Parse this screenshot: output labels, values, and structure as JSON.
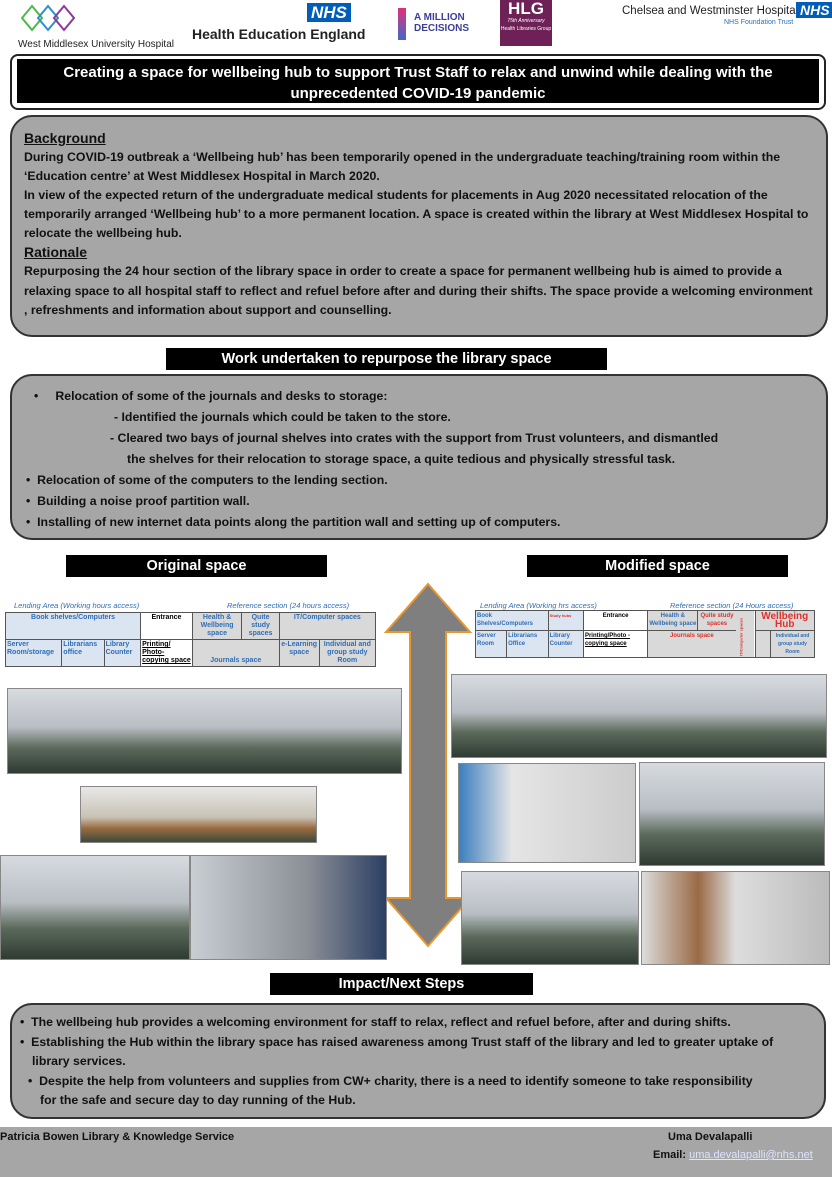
{
  "header": {
    "logos": [
      {
        "name": "West Middlesex University Hospital"
      },
      {
        "badge": "NHS",
        "name": "Health Education England"
      },
      {
        "name": "A MILLION DECISIONS"
      },
      {
        "name": "HLG",
        "sub1": "75th Anniversary",
        "sub2": "Health Libraries Group"
      },
      {
        "name": "Chelsea and Westminster Hospital",
        "badge": "NHS",
        "sub": "NHS Foundation Trust"
      }
    ]
  },
  "title": "Creating a space for wellbeing hub to support Trust Staff to relax and unwind while dealing with the unprecedented COVID-19 pandemic",
  "background": {
    "heading": "Background",
    "p1": "During COVID-19 outbreak a ‘Wellbeing hub’ has been temporarily opened in the undergraduate teaching/training room within the ‘Education centre’ at West Middlesex Hospital in March 2020.",
    "p2": "In view of the expected return of the undergraduate medical students for placements in Aug 2020 necessitated relocation of the temporarily arranged ‘Wellbeing hub’ to a more permanent location.  A space is created within the library at West Middlesex Hospital to relocate the wellbeing hub.",
    "rationale_heading": "Rationale",
    "p3": "Repurposing the 24 hour section of the library space in order to create a space for permanent wellbeing hub is aimed to provide a relaxing space to all hospital staff to reflect and refuel before after and during their shifts. The space provide a welcoming environment , refreshments and information about support and counselling."
  },
  "work": {
    "heading": "Work undertaken to repurpose the library space",
    "items": [
      "Relocation of some of the journals and desks to storage:",
      "- Identified the journals which could be taken to the store.",
      "-  Cleared two bays of journal shelves into crates with the support from Trust volunteers, and dismantled",
      "the shelves for their relocation to storage space, a quite tedious and physically stressful task.",
      "Relocation of some of the computers to the lending section.",
      "Building a noise proof partition wall.",
      "Installing of new internet data points along the partition wall and setting up of computers."
    ]
  },
  "original": {
    "heading": "Original space",
    "lending": "Lending Area (Working hours access)",
    "reference": "Reference section (24 hours access)",
    "cells": [
      "Book shelves/Computers",
      "Entrance",
      "Health & Wellbeing space",
      "Quite study spaces",
      "IT/Computer spaces",
      "Server Room/storage",
      "Librarians office",
      "Library Counter",
      "Printing/ Photo-copying space",
      "Journals space",
      "e-Learning space",
      "Individual and group study Room"
    ]
  },
  "modified": {
    "heading": "Modified space",
    "lending": "Lending Area (Working hrs access)",
    "reference": "Reference section (24 Hours access)",
    "cells": [
      "Book Shelves/Computers",
      "Study hubs",
      "Entrance",
      "Health & Wellbeing space",
      "Quite study spaces",
      "IT/Computer spaces",
      "Wellbeing Hub",
      "Server Room",
      "Librarians Office",
      "Library Counter",
      "Printing/Photo - copying space",
      "Journals space",
      "Individual and group study Room"
    ]
  },
  "impact": {
    "heading": "Impact/Next Steps",
    "items": [
      "The wellbeing hub provides a welcoming environment for staff to relax, reflect and refuel before, after and during shifts.",
      "Establishing the Hub within the library space has raised awareness among Trust staff of the library and led to greater uptake of library services.",
      "Despite the help from volunteers and supplies from CW+ charity, there is a need to identify someone to take responsibility for the safe and secure day to day running of the Hub."
    ]
  },
  "footer": {
    "service": "Patricia Bowen Library & Knowledge Service",
    "author": "Uma Devalapalli",
    "email_label": "Email:",
    "email": "uma.devalapalli@nhs.net"
  }
}
